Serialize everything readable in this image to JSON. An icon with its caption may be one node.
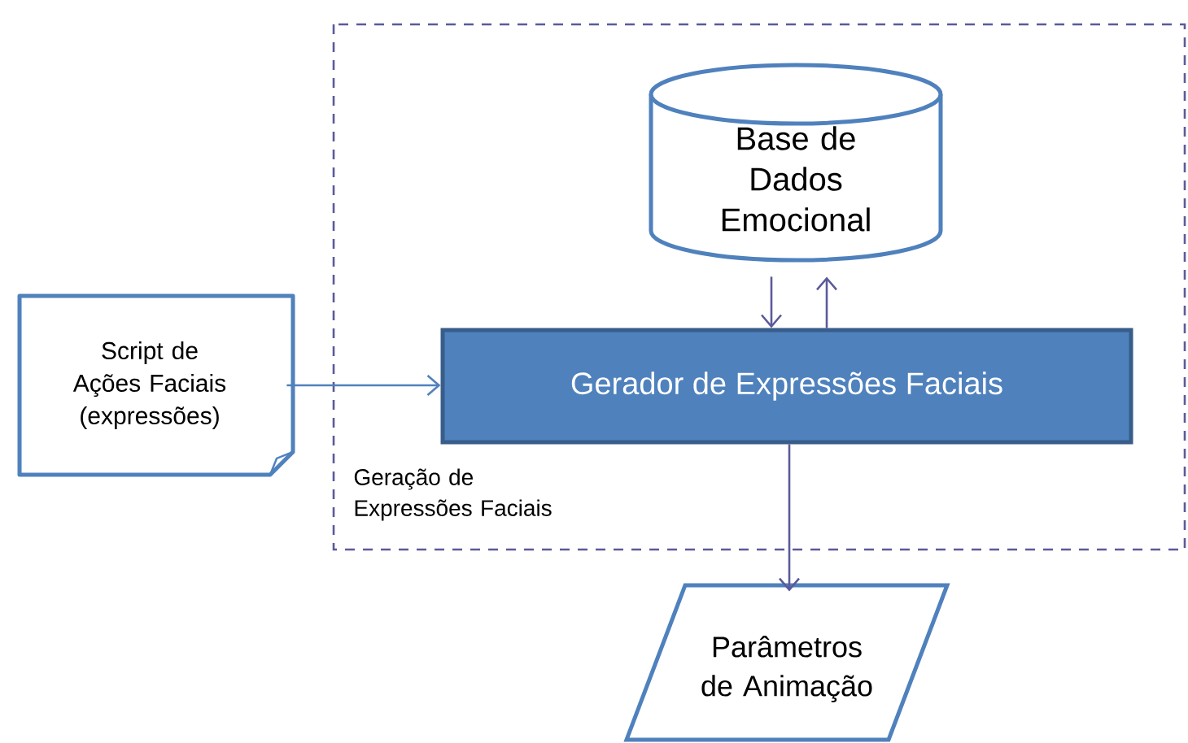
{
  "diagram": {
    "nodes": [
      {
        "text": [
          "Geração de Expressões Faciais"
        ]
      },
      {
        "text": [
          "Base de Dados Emocional"
        ],
        "in": 0
      },
      {
        "text": [
          "Gerador de Expressões Faciais"
        ],
        "in": 0
      },
      {
        "text": [
          "Script de Ações Faciais (expressões)"
        ]
      },
      {
        "text": [
          "Parâmetros de Animação"
        ]
      }
    ],
    "edges": [
      {
        "from": 1,
        "to": 2,
        "arrow": "to"
      },
      {
        "from": 2,
        "to": 1,
        "arrow": "to"
      },
      {
        "from": 3,
        "to": 2,
        "arrow": "to",
        "color": "#4f81bd"
      },
      {
        "from": 2,
        "to": 4,
        "arrow": "to"
      }
    ]
  }
}
